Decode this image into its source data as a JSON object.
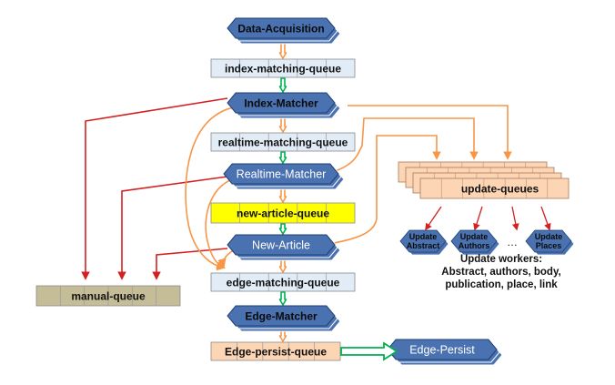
{
  "colors": {
    "process_fill": "#4a72b0",
    "process_stroke": "#1f3f73",
    "queue_default": "#e2ecf7",
    "queue_highlight": "#ffff00",
    "queue_persist": "#fcd5b4",
    "queue_manual": "#c4bd97",
    "queue_update": "#fcd5b4",
    "arrow_green": "#00b050",
    "arrow_orange": "#f79646",
    "arrow_red": "#d42020"
  },
  "processes": {
    "data_acquisition": "Data-Acquisition",
    "index_matcher": "Index-Matcher",
    "realtime_matcher": "Realtime-Matcher",
    "new_article": "New-Article",
    "edge_matcher": "Edge-Matcher",
    "edge_persist": "Edge-Persist"
  },
  "queues": {
    "index_matching": "index-matching-queue",
    "realtime_matching": "realtime-matching-queue",
    "new_article": "new-article-queue",
    "edge_matching": "edge-matching-queue",
    "edge_persist": "Edge-persist-queue",
    "manual": "manual-queue",
    "update": "update-queues"
  },
  "workers": {
    "abstract": [
      "Update",
      "Abstract"
    ],
    "authors": [
      "Update",
      "Authors"
    ],
    "places": [
      "Update",
      "Places"
    ],
    "ellipsis": "…"
  },
  "caption": {
    "line1": "Update workers:",
    "line2": "Abstract, authors, body,",
    "line3": "publication, place, link"
  }
}
